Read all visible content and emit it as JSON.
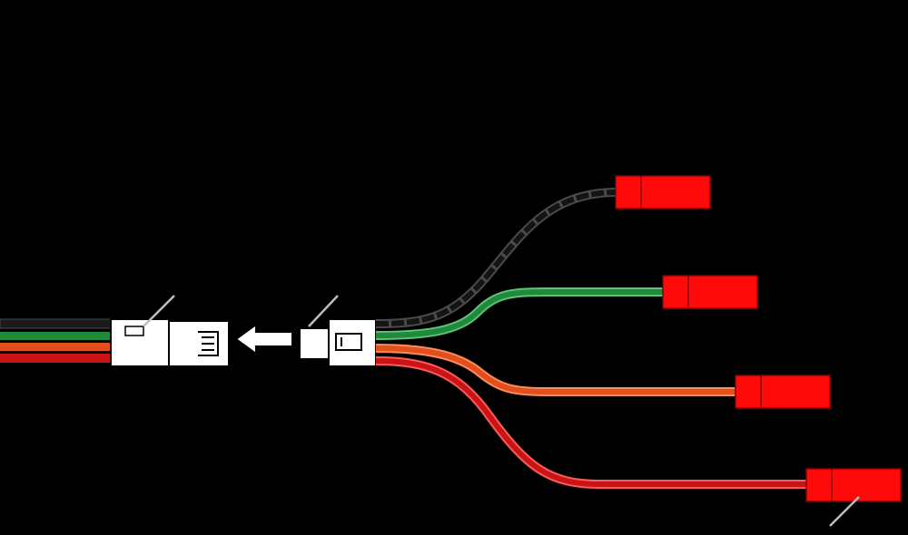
{
  "colors": {
    "background": "#000000",
    "wire_black": "#1a1a1a",
    "wire_black_edge": "#4a4a4a",
    "wire_green": "#1e8a3a",
    "wire_green_edge": "#5fc27a",
    "wire_orange": "#e0501c",
    "wire_orange_edge": "#ff8a5a",
    "wire_red": "#c81414",
    "wire_red_edge": "#ff5a5a",
    "terminal_red": "#ff0a0a",
    "connector_white": "#ffffff",
    "connector_outline": "#000000",
    "leader_line": "#bdbdbd"
  },
  "wires": [
    {
      "name": "wire-black",
      "color_key": "black"
    },
    {
      "name": "wire-green",
      "color_key": "green"
    },
    {
      "name": "wire-orange",
      "color_key": "orange"
    },
    {
      "name": "wire-red",
      "color_key": "red"
    }
  ],
  "icons": {
    "plug_direction": "arrow-left-icon"
  }
}
